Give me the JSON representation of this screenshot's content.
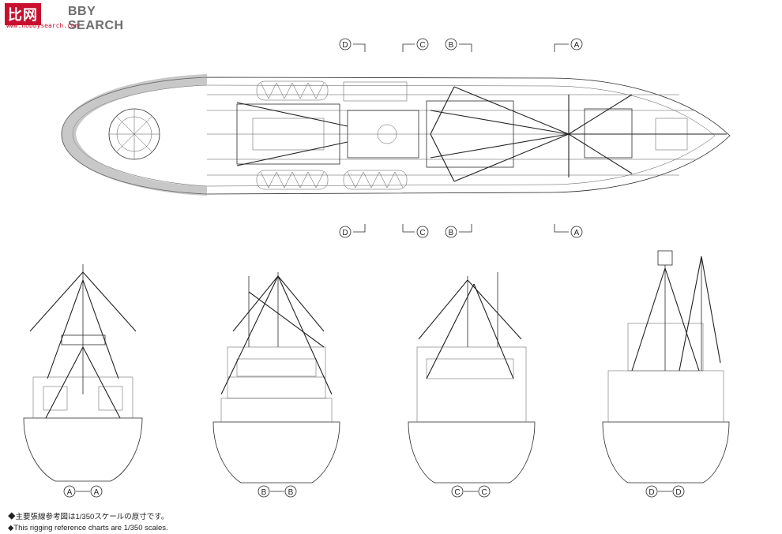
{
  "logo": {
    "badge_text": "比网",
    "brand_text": "BBY SEARCH",
    "site_text": "www.hobbysearch.com"
  },
  "section_markers": {
    "top": [
      "D",
      "C",
      "B",
      "A"
    ],
    "bottom": [
      "D",
      "C",
      "B",
      "A"
    ]
  },
  "views": [
    {
      "a": "A",
      "b": "A"
    },
    {
      "a": "B",
      "b": "B"
    },
    {
      "a": "C",
      "b": "C"
    },
    {
      "a": "D",
      "b": "D"
    }
  ],
  "notes": {
    "jp": "◆主要張線参考図は1/350スケールの原寸です。",
    "en": "◆This rigging reference charts are 1/350 scales."
  },
  "colors": {
    "line": "#2a2a2a",
    "rigging": "#222222",
    "logo_red": "#c8102e",
    "logo_gray": "#6e6e6e"
  }
}
